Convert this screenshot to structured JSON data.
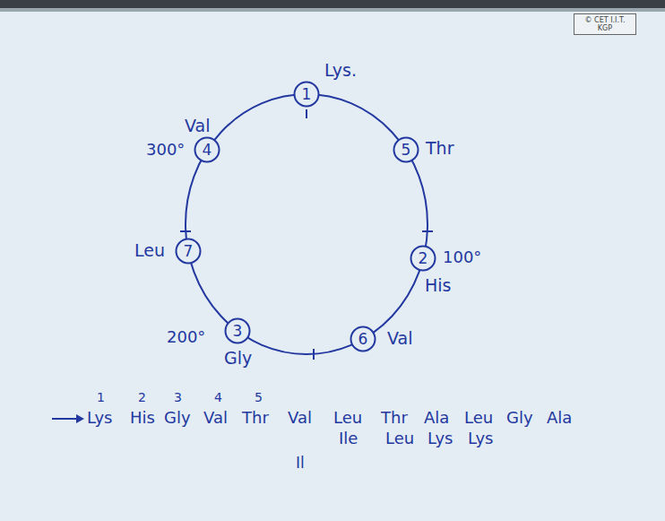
{
  "diagram": {
    "nodes": [
      {
        "text": [
          "1",
          "Lys."
        ]
      },
      {
        "text": [
          "5",
          "Thr"
        ]
      },
      {
        "text": [
          "2",
          "His"
        ]
      },
      {
        "text": [
          "6",
          "Val"
        ]
      },
      {
        "text": [
          "3",
          "Gly"
        ]
      },
      {
        "text": [
          "7",
          "Leu"
        ]
      },
      {
        "text": [
          "4",
          "Val"
        ]
      },
      {
        "text": [
          "© CET I.I.T. KGP"
        ]
      }
    ],
    "labels": [
      "300°",
      "100°",
      "200°",
      "1",
      "2",
      "3",
      "4",
      "5",
      "Lys",
      "His",
      "Gly",
      "Val",
      "Thr",
      "Val",
      "Leu",
      "Thr",
      "Ala",
      "Leu",
      "Gly",
      "Ala",
      "Ile",
      "Leu",
      "Lys",
      "Lys",
      "Il"
    ]
  }
}
